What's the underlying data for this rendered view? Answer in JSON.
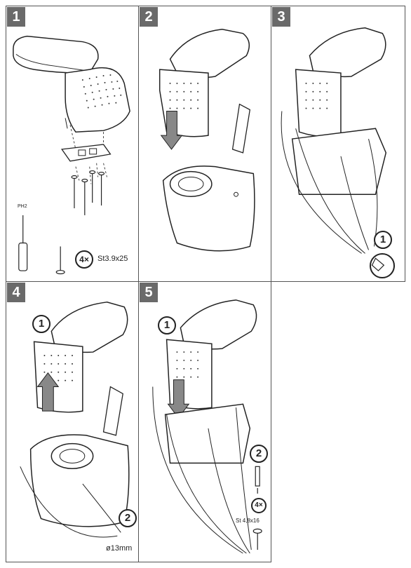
{
  "panels": [
    {
      "number": "1"
    },
    {
      "number": "2"
    },
    {
      "number": "3"
    },
    {
      "number": "4"
    },
    {
      "number": "5"
    }
  ],
  "panel1": {
    "screwdriver_label": "PH2",
    "qty_label": "4×",
    "screw_spec": "St3.9x25"
  },
  "panel3": {
    "step_marker": "1"
  },
  "panel4": {
    "step_marker_1": "1",
    "step_marker_2": "2",
    "drill_size": "ø13mm"
  },
  "panel5": {
    "step_marker_1": "1",
    "step_marker_2": "2",
    "qty_label": "4×",
    "screw_spec": "St 4,8x16"
  }
}
